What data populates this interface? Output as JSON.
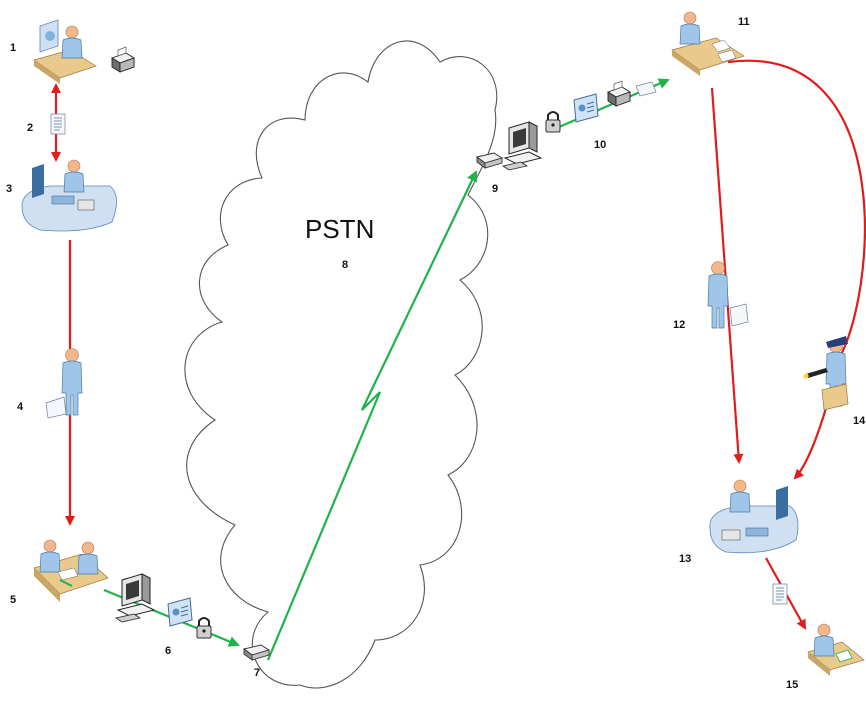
{
  "cloud": {
    "title": "PSTN"
  },
  "labels": {
    "n1": "1",
    "n2": "2",
    "n3": "3",
    "n4": "4",
    "n5": "5",
    "n6": "6",
    "n7": "7",
    "n8": "8",
    "n9": "9",
    "n10": "10",
    "n11": "11",
    "n12": "12",
    "n13": "13",
    "n14": "14",
    "n15": "15"
  },
  "colors": {
    "paper_flow": "#e21b1b",
    "electronic_flow": "#1fb34a",
    "cloud_outline": "#555555"
  },
  "icons": {
    "n1": "person-at-desk-with-printer-icon",
    "n2": "document-icon",
    "n3": "person-at-workstation-icon",
    "n4": "courier-carrying-documents-icon",
    "n5": "two-people-at-desk-icon",
    "n6": "computer-with-encrypted-document-icon",
    "n7": "modem-icon",
    "n9": "modem-icon",
    "n10": "computer-lock-document-printer-icon",
    "n11": "person-at-desk-with-papers-icon",
    "n12": "courier-carrying-documents-icon",
    "n13": "person-at-workstation-icon",
    "n14": "guard-with-flashlight-icon",
    "n15": "person-at-desk-icon"
  }
}
